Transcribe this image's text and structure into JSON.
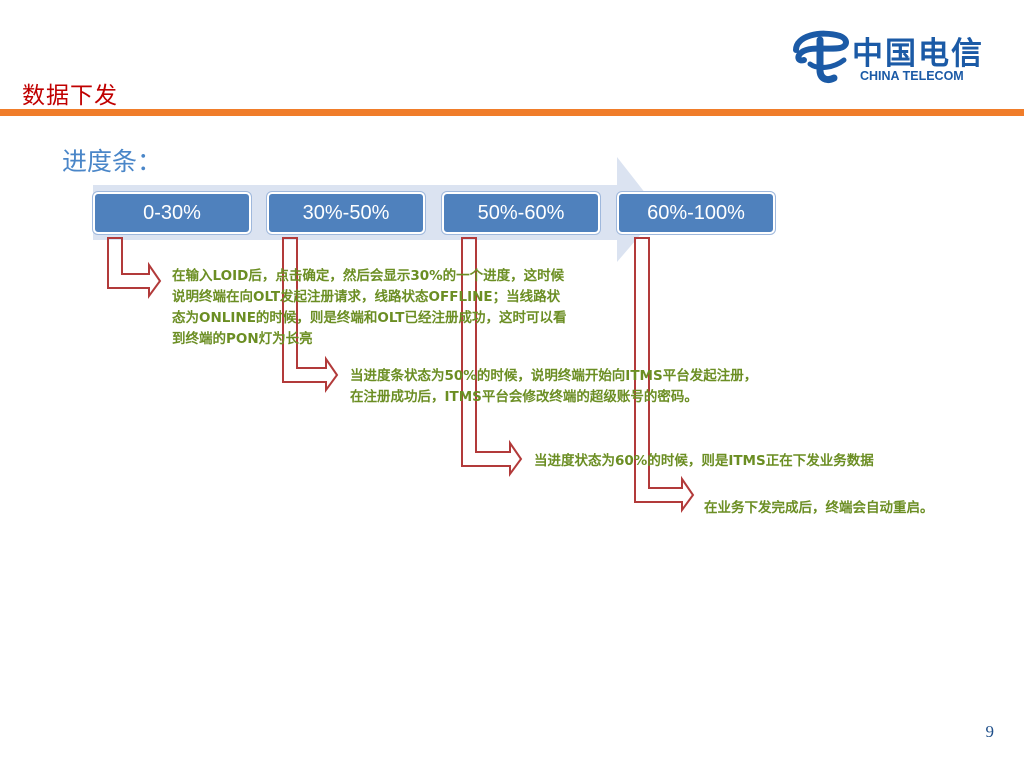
{
  "slide": {
    "title": "数据下发",
    "section_title": "进度条：",
    "page_number": "9"
  },
  "logo": {
    "name_cn": "中国电信",
    "name_en": "CHINA TELECOM",
    "brand_color": "#1b5aa6"
  },
  "progress": {
    "steps": [
      "0-30%",
      "30%-50%",
      "50%-60%",
      "60%-100%"
    ],
    "box_color": "#4f81bd",
    "arrow_color": "#dbe3f1"
  },
  "notes": [
    {
      "lines": [
        "在输入LOID后，点击确定，然后会显示30%的一个进度，这时候",
        "说明终端在向OLT发起注册请求，线路状态OFFLINE；当线路状",
        "态为ONLINE的时候，则是终端和OLT已经注册成功，这时可以看",
        "到终端的PON灯为长亮"
      ]
    },
    {
      "lines": [
        "当进度条状态为50%的时候，说明终端开始向ITMS平台发起注册，",
        "在注册成功后，ITMS平台会修改终端的超级账号的密码。"
      ]
    },
    {
      "lines": [
        "当进度状态为60%的时候，则是ITMS正在下发业务数据"
      ]
    },
    {
      "lines": [
        "在业务下发完成后，终端会自动重启。"
      ]
    }
  ],
  "colors": {
    "title_red": "#c00000",
    "accent_orange": "#f07d2a",
    "note_green": "#6b8e23",
    "connector_red": "#b23a3a"
  }
}
